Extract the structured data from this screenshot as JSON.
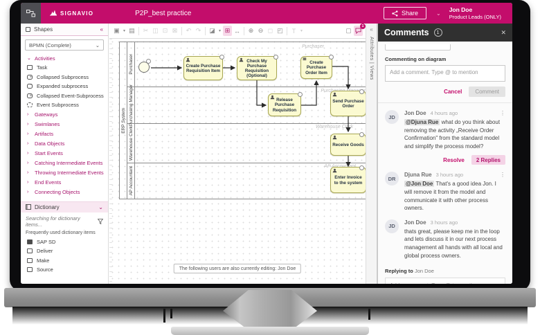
{
  "header": {
    "brand": "SIGNAVIO",
    "doc_title": "P2P_best practice",
    "share_label": "Share",
    "caret": "⌄",
    "user_name": "Jon Doe",
    "user_role": "Product Leads (ONLY)"
  },
  "toolbar": {
    "icons": [
      {
        "name": "save-icon",
        "glyph": "▣"
      },
      {
        "name": "save-dropdown-icon",
        "glyph": "▾"
      },
      {
        "name": "print-icon",
        "glyph": "▤"
      },
      {
        "name": "cut-icon",
        "glyph": "✂"
      },
      {
        "name": "copy-icon",
        "glyph": "◫"
      },
      {
        "name": "paste-icon",
        "glyph": "⊡"
      },
      {
        "name": "delete-icon",
        "glyph": "⊠"
      },
      {
        "name": "undo-icon",
        "glyph": "↶"
      },
      {
        "name": "redo-icon",
        "glyph": "↷"
      },
      {
        "name": "format-icon",
        "glyph": "◪"
      },
      {
        "name": "format-dropdown-icon",
        "glyph": "▾"
      },
      {
        "name": "grid-icon",
        "glyph": "⊞"
      },
      {
        "name": "fit-width-icon",
        "glyph": "↔"
      },
      {
        "name": "zoom-in-icon",
        "glyph": "⊕"
      },
      {
        "name": "zoom-out-icon",
        "glyph": "⊖"
      },
      {
        "name": "zoom-selection-icon",
        "glyph": "◻"
      },
      {
        "name": "fullscreen-icon",
        "glyph": "◰"
      },
      {
        "name": "text-tool-icon",
        "glyph": "T"
      },
      {
        "name": "text-dropdown-icon",
        "glyph": "▾"
      },
      {
        "name": "export-icon",
        "glyph": "▢"
      }
    ],
    "comment_badge": "1",
    "collapse_icon": "«"
  },
  "sidebar": {
    "shapes_title": "Shapes",
    "collapse_icon": "«",
    "profile_select": "BPMN (Complete)",
    "select_caret": "⌄",
    "categories": [
      {
        "label": "Activities",
        "chev": "⌄"
      },
      {
        "label": "Gateways",
        "chev": "›"
      },
      {
        "label": "Swimlanes",
        "chev": "›"
      },
      {
        "label": "Artifacts",
        "chev": "›"
      },
      {
        "label": "Data Objects",
        "chev": "›"
      },
      {
        "label": "Start Events",
        "chev": "›"
      },
      {
        "label": "Catching Intermediate Events",
        "chev": "›"
      },
      {
        "label": "Throwing Intermediate Events",
        "chev": "›"
      },
      {
        "label": "End Events",
        "chev": "›"
      },
      {
        "label": "Connecting Objects",
        "chev": "›"
      }
    ],
    "activity_items": [
      "Task",
      "Collapsed Subprocess",
      "Expanded subprocess",
      "Collapsed Event-Subprocess",
      "Event Subprocess"
    ],
    "dictionary": {
      "title": "Dictionary",
      "caret": "⌄",
      "search_placeholder": "Searching for dictionary items...",
      "frequent_label": "Frequently used dictionary items",
      "items": [
        "SAP SD",
        "Deliver",
        "Make",
        "Source"
      ]
    }
  },
  "canvas": {
    "pool_label": "ERP System",
    "lanes": [
      "Purchaser",
      "Purchasing Manager",
      "Warehouse Clerk",
      "AP Accountant"
    ],
    "tasks": [
      {
        "label": "Create Purchase Requisition Item",
        "type": "user"
      },
      {
        "label": "Check My Purchase Requisition (Optional)",
        "type": "user"
      },
      {
        "label": "Create Purchase Order Item",
        "type": "service"
      },
      {
        "label": "Release Purchase Requisition",
        "type": "user"
      },
      {
        "label": "Send Purchase Order",
        "type": "user"
      },
      {
        "label": "Receive Goods",
        "type": "user"
      },
      {
        "label": "Enter Invoice to the system",
        "type": "user"
      }
    ],
    "editing_banner": "The following users are also currently editing: Jon Doe",
    "side_tab_label": "Attributes | Views",
    "side_collapse_icon": "«"
  },
  "comments": {
    "title": "Comments",
    "count": "1",
    "close_icon": "✕",
    "section_label": "Commenting on diagram",
    "input_placeholder": "Add a comment. Type @ to mention",
    "cancel_label": "Cancel",
    "submit_label": "Comment",
    "items": [
      {
        "initials": "JD",
        "author": "Jon Doe",
        "time": "4 hours ago",
        "menu": "⋮",
        "mention": "@Djuna Rue",
        "text": " what do you think about removing the activity „Receive Order Confirmation\" from the standard model and simplify the process model?",
        "resolve_label": "Resolve",
        "replies_label": "2 Replies"
      },
      {
        "initials": "DR",
        "author": "Djuna Rue",
        "time": "3 hours ago",
        "menu": "⋮",
        "mention": "@Jon Doe",
        "text": " That's a good idea Jon. I will remove it from the model and communicate it with other process owners."
      },
      {
        "initials": "JD",
        "author": "Jon Doe",
        "time": "3 hours ago",
        "menu": "",
        "mention": "",
        "text": "thats great, please keep me in the loop and lets discuss it in our next process management all hands with all local and global process owners."
      }
    ],
    "replying_label": "Replying to",
    "replying_to": "Jon Doe",
    "reply_placeholder": "Add a comment. Type @ to mention"
  },
  "colors": {
    "brand_pink": "#c30d6b",
    "task_fill": "#fbfad1",
    "task_border": "#a8a753",
    "comments_header": "#303030"
  }
}
